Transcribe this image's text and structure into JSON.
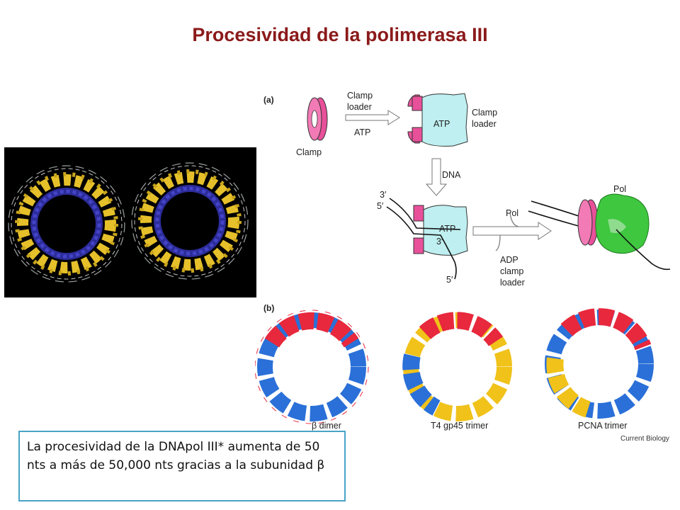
{
  "title": "Procesividad de la polimerasa III",
  "diagram": {
    "panel_a": "(a)",
    "panel_b": "(b)",
    "clamp": "Clamp",
    "clamp_loader_arrow_1": "Clamp",
    "clamp_loader_arrow_2": "loader",
    "atp_arrow": "ATP",
    "atp_box_1": "ATP",
    "clamp_loader_side_1": "Clamp",
    "clamp_loader_side_2": "loader",
    "dna_arrow": "DNA",
    "prime3_top": "3′",
    "prime5_top": "5′",
    "atp_box_2": "ATP",
    "prime3_inner": "3′",
    "prime5_bottom": "5′",
    "pol_arrow": "Pol",
    "adp_1": "ADP",
    "adp_2": "clamp",
    "adp_3": "loader",
    "pol_label": "Pol",
    "beta_dimer": "β dimer",
    "t4_trimer": "T4 gp45 trimer",
    "pcna_trimer": "PCNA  trimer",
    "credit": "Current Biology"
  },
  "note": "La procesividad de la DNApol III* aumenta de 50 nts a más de 50,000 nts gracias a la subunidad β",
  "colors": {
    "title": "#8b1a1a",
    "clamp_pink": "#e8509a",
    "loader_cyan": "#bfeff0",
    "pol_green": "#3fc73f",
    "ring_red": "#e8283c",
    "ring_blue": "#2a70d8",
    "ring_yellow": "#f0c21a",
    "note_border": "#4aa3c7"
  }
}
